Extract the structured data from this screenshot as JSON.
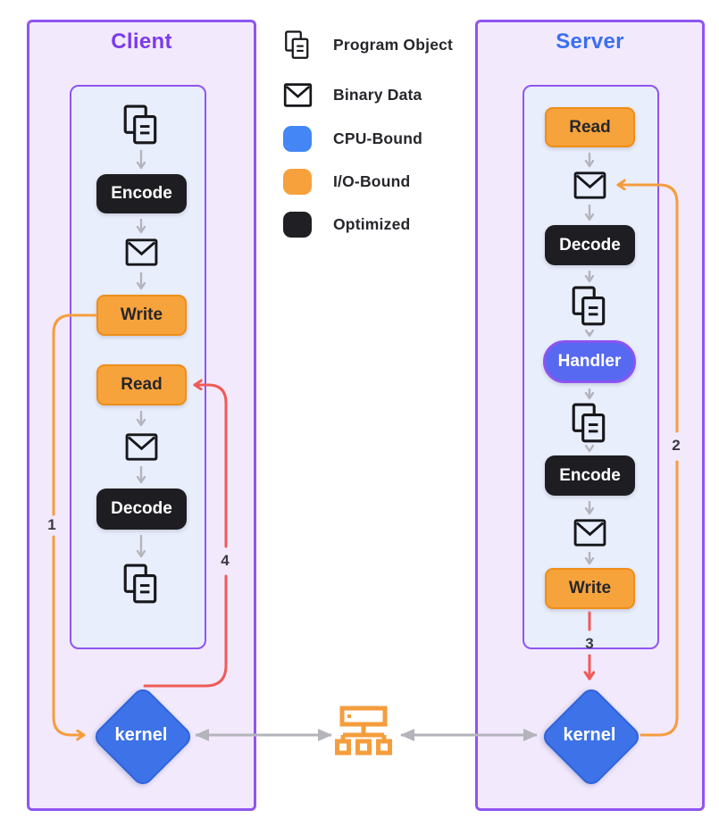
{
  "client": {
    "title": "Client",
    "kernel_label": "kernel",
    "nodes": {
      "encode": "Encode",
      "write": "Write",
      "read": "Read",
      "decode": "Decode"
    }
  },
  "server": {
    "title": "Server",
    "kernel_label": "kernel",
    "nodes": {
      "read": "Read",
      "decode": "Decode",
      "handler": "Handler",
      "encode": "Encode",
      "write": "Write"
    }
  },
  "legend": {
    "items": [
      {
        "icon": "program-object-icon",
        "label": "Program Object"
      },
      {
        "icon": "binary-data-icon",
        "label": "Binary Data"
      },
      {
        "icon": "cpu-bound-swatch",
        "label": "CPU-Bound",
        "color": "#4486F5"
      },
      {
        "icon": "io-bound-swatch",
        "label": "I/O-Bound",
        "color": "#F6A13B"
      },
      {
        "icon": "optimized-swatch",
        "label": "Optimized",
        "color": "#202024"
      }
    ]
  },
  "steps": {
    "s1": "1",
    "s2": "2",
    "s3": "3",
    "s4": "4"
  },
  "colors": {
    "purple_border": "#8F55F0",
    "client_title": "#7C3AED",
    "server_title": "#3B6FF0",
    "outer_fill": "#F2E9FC",
    "inner_fill": "#E9EEFC",
    "io_orange": "#F7A33C",
    "optimized_black": "#1E1E22",
    "handler_blue": "#5769F0",
    "kernel_blue": "#3D72E8",
    "arrow_gray": "#B4B4BC",
    "line_orange": "#F59D3D",
    "line_red": "#F05B58"
  }
}
